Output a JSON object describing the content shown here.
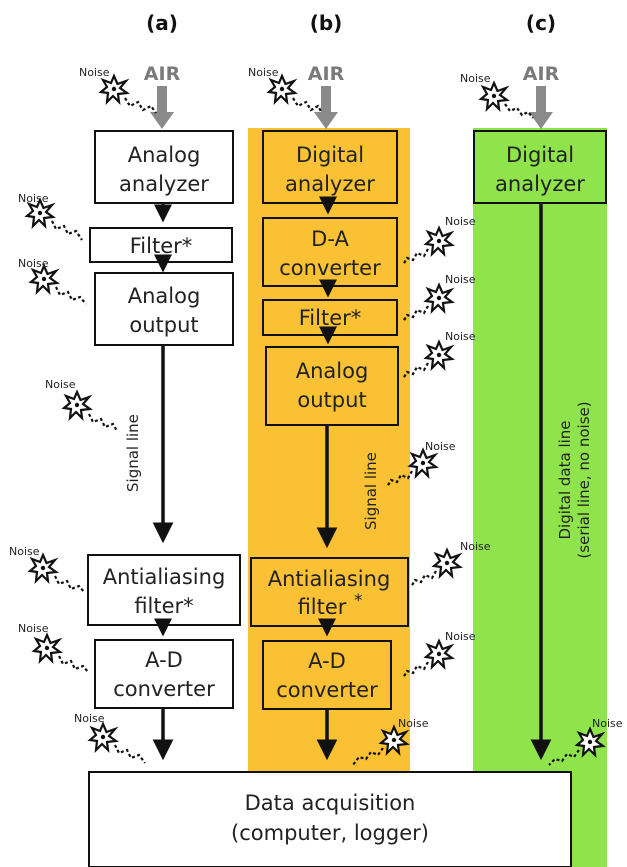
{
  "headers": {
    "a": "(a)",
    "b": "(b)",
    "c": "(c)"
  },
  "air_label": "AIR",
  "noise_label": "Noise",
  "colors": {
    "orange": "#fbc135",
    "green": "#8fe44b",
    "stroke": "#111111",
    "air_arrow": "#8a8a8a"
  },
  "col_a": {
    "analyzer": [
      "Analog",
      "analyzer"
    ],
    "filter": "Filter*",
    "output": [
      "Analog",
      "output"
    ],
    "signal_line": "Signal line",
    "antialias": [
      "Antialiasing",
      "filter*"
    ],
    "adc": [
      "A-D",
      "converter"
    ]
  },
  "col_b": {
    "analyzer": [
      "Digital",
      "analyzer"
    ],
    "dac": [
      "D-A",
      "converter"
    ],
    "filter": "Filter*",
    "output": [
      "Analog",
      "output"
    ],
    "signal_line": "Signal line",
    "antialias": [
      "Antialiasing",
      "filter"
    ],
    "antialias_star": "*",
    "adc": [
      "A-D",
      "converter"
    ]
  },
  "col_c": {
    "analyzer": [
      "Digital",
      "analyzer"
    ],
    "data_line": [
      "Digital data line",
      "(serial line, no noise)"
    ]
  },
  "data_acq": [
    "Data acquisition",
    "(computer, logger)"
  ]
}
